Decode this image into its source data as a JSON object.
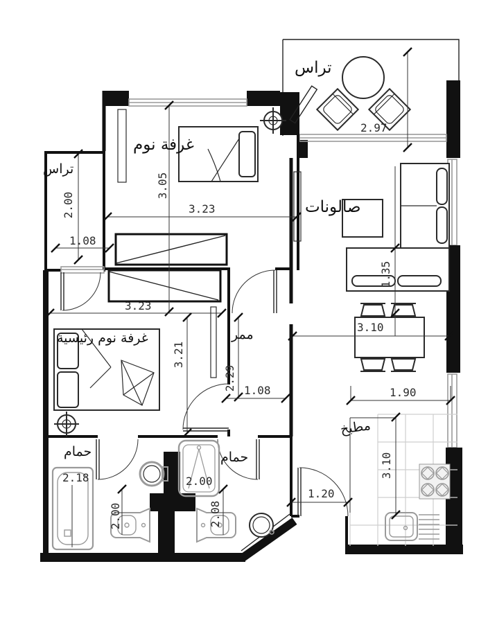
{
  "drawing": {
    "title_hint": "apartment floor plan",
    "rooms": {
      "terrace_top": "تراس",
      "terrace_left": "تراس",
      "bedroom": "غرفة نوم",
      "master_bedroom": "غرفة نوم رئيسية",
      "salon": "صالونات",
      "corridor": "ممر",
      "bathroom_left": "حمام",
      "bathroom_right": "حمام",
      "kitchen": "مطبخ"
    },
    "dims": {
      "terrace_top_width": "2.97",
      "bedroom_depth": "3.05",
      "bedroom_width": "3.23",
      "terrace_left_depth": "2.00",
      "terrace_left_width": "1.08",
      "master_width": "3.23",
      "master_depth": "3.21",
      "corridor_depth": "2.29",
      "corridor_width": "1.08",
      "salon_sofa_depth": "1.35",
      "dining_width": "3.10",
      "kitchen_width": "1.90",
      "kitchen_depth": "3.10",
      "kitchen_door_width": "1.20",
      "bathtub_length": "2.18",
      "shower_width": "2.00",
      "bath_left_fixture": "2.00",
      "bath_right_fixture": "2.08"
    },
    "colors": {
      "wall": "#111111",
      "window": "#9a9a9a",
      "fixture": "#a8a8a8",
      "tile": "#cfcfcf",
      "dim_text": "#2b2b2b",
      "background": "#ffffff"
    }
  }
}
